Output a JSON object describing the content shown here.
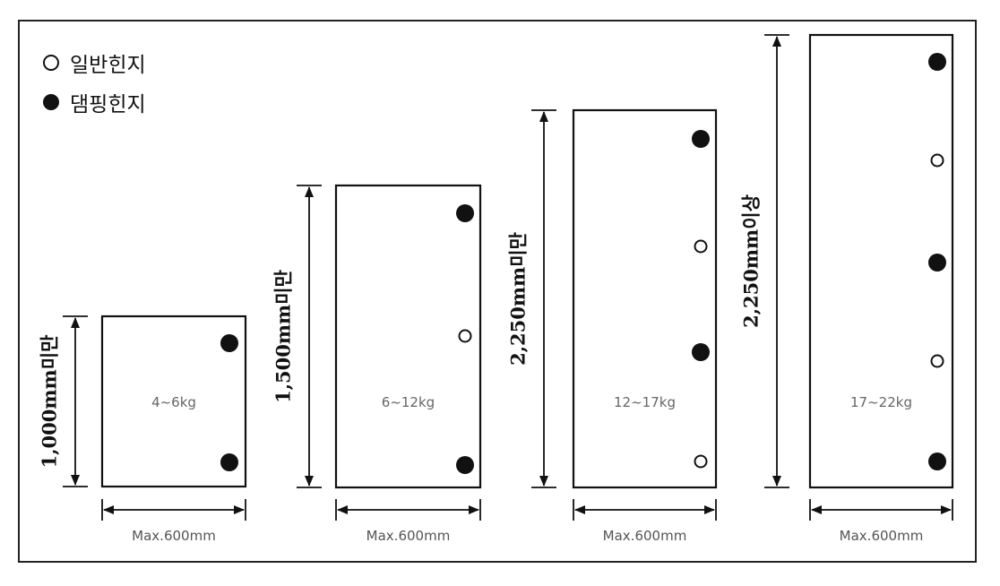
{
  "legend": {
    "normal_hinge": "일반힌지",
    "damping_hinge": "댐핑힌지"
  },
  "doors": [
    {
      "height_label": "1,000mm미만",
      "weight_label": "4~6kg",
      "width_label": "Max.600mm",
      "hinges": [
        "damping",
        "damping"
      ]
    },
    {
      "height_label": "1,500mm미만",
      "weight_label": "6~12kg",
      "width_label": "Max.600mm",
      "hinges": [
        "damping",
        "normal",
        "damping"
      ]
    },
    {
      "height_label": "2,250mm미만",
      "weight_label": "12~17kg",
      "width_label": "Max.600mm",
      "hinges": [
        "damping",
        "normal",
        "damping",
        "normal"
      ]
    },
    {
      "height_label": "2,250mm이상",
      "weight_label": "17~22kg",
      "width_label": "Max.600mm",
      "hinges": [
        "damping",
        "normal",
        "damping",
        "normal",
        "damping"
      ]
    }
  ]
}
